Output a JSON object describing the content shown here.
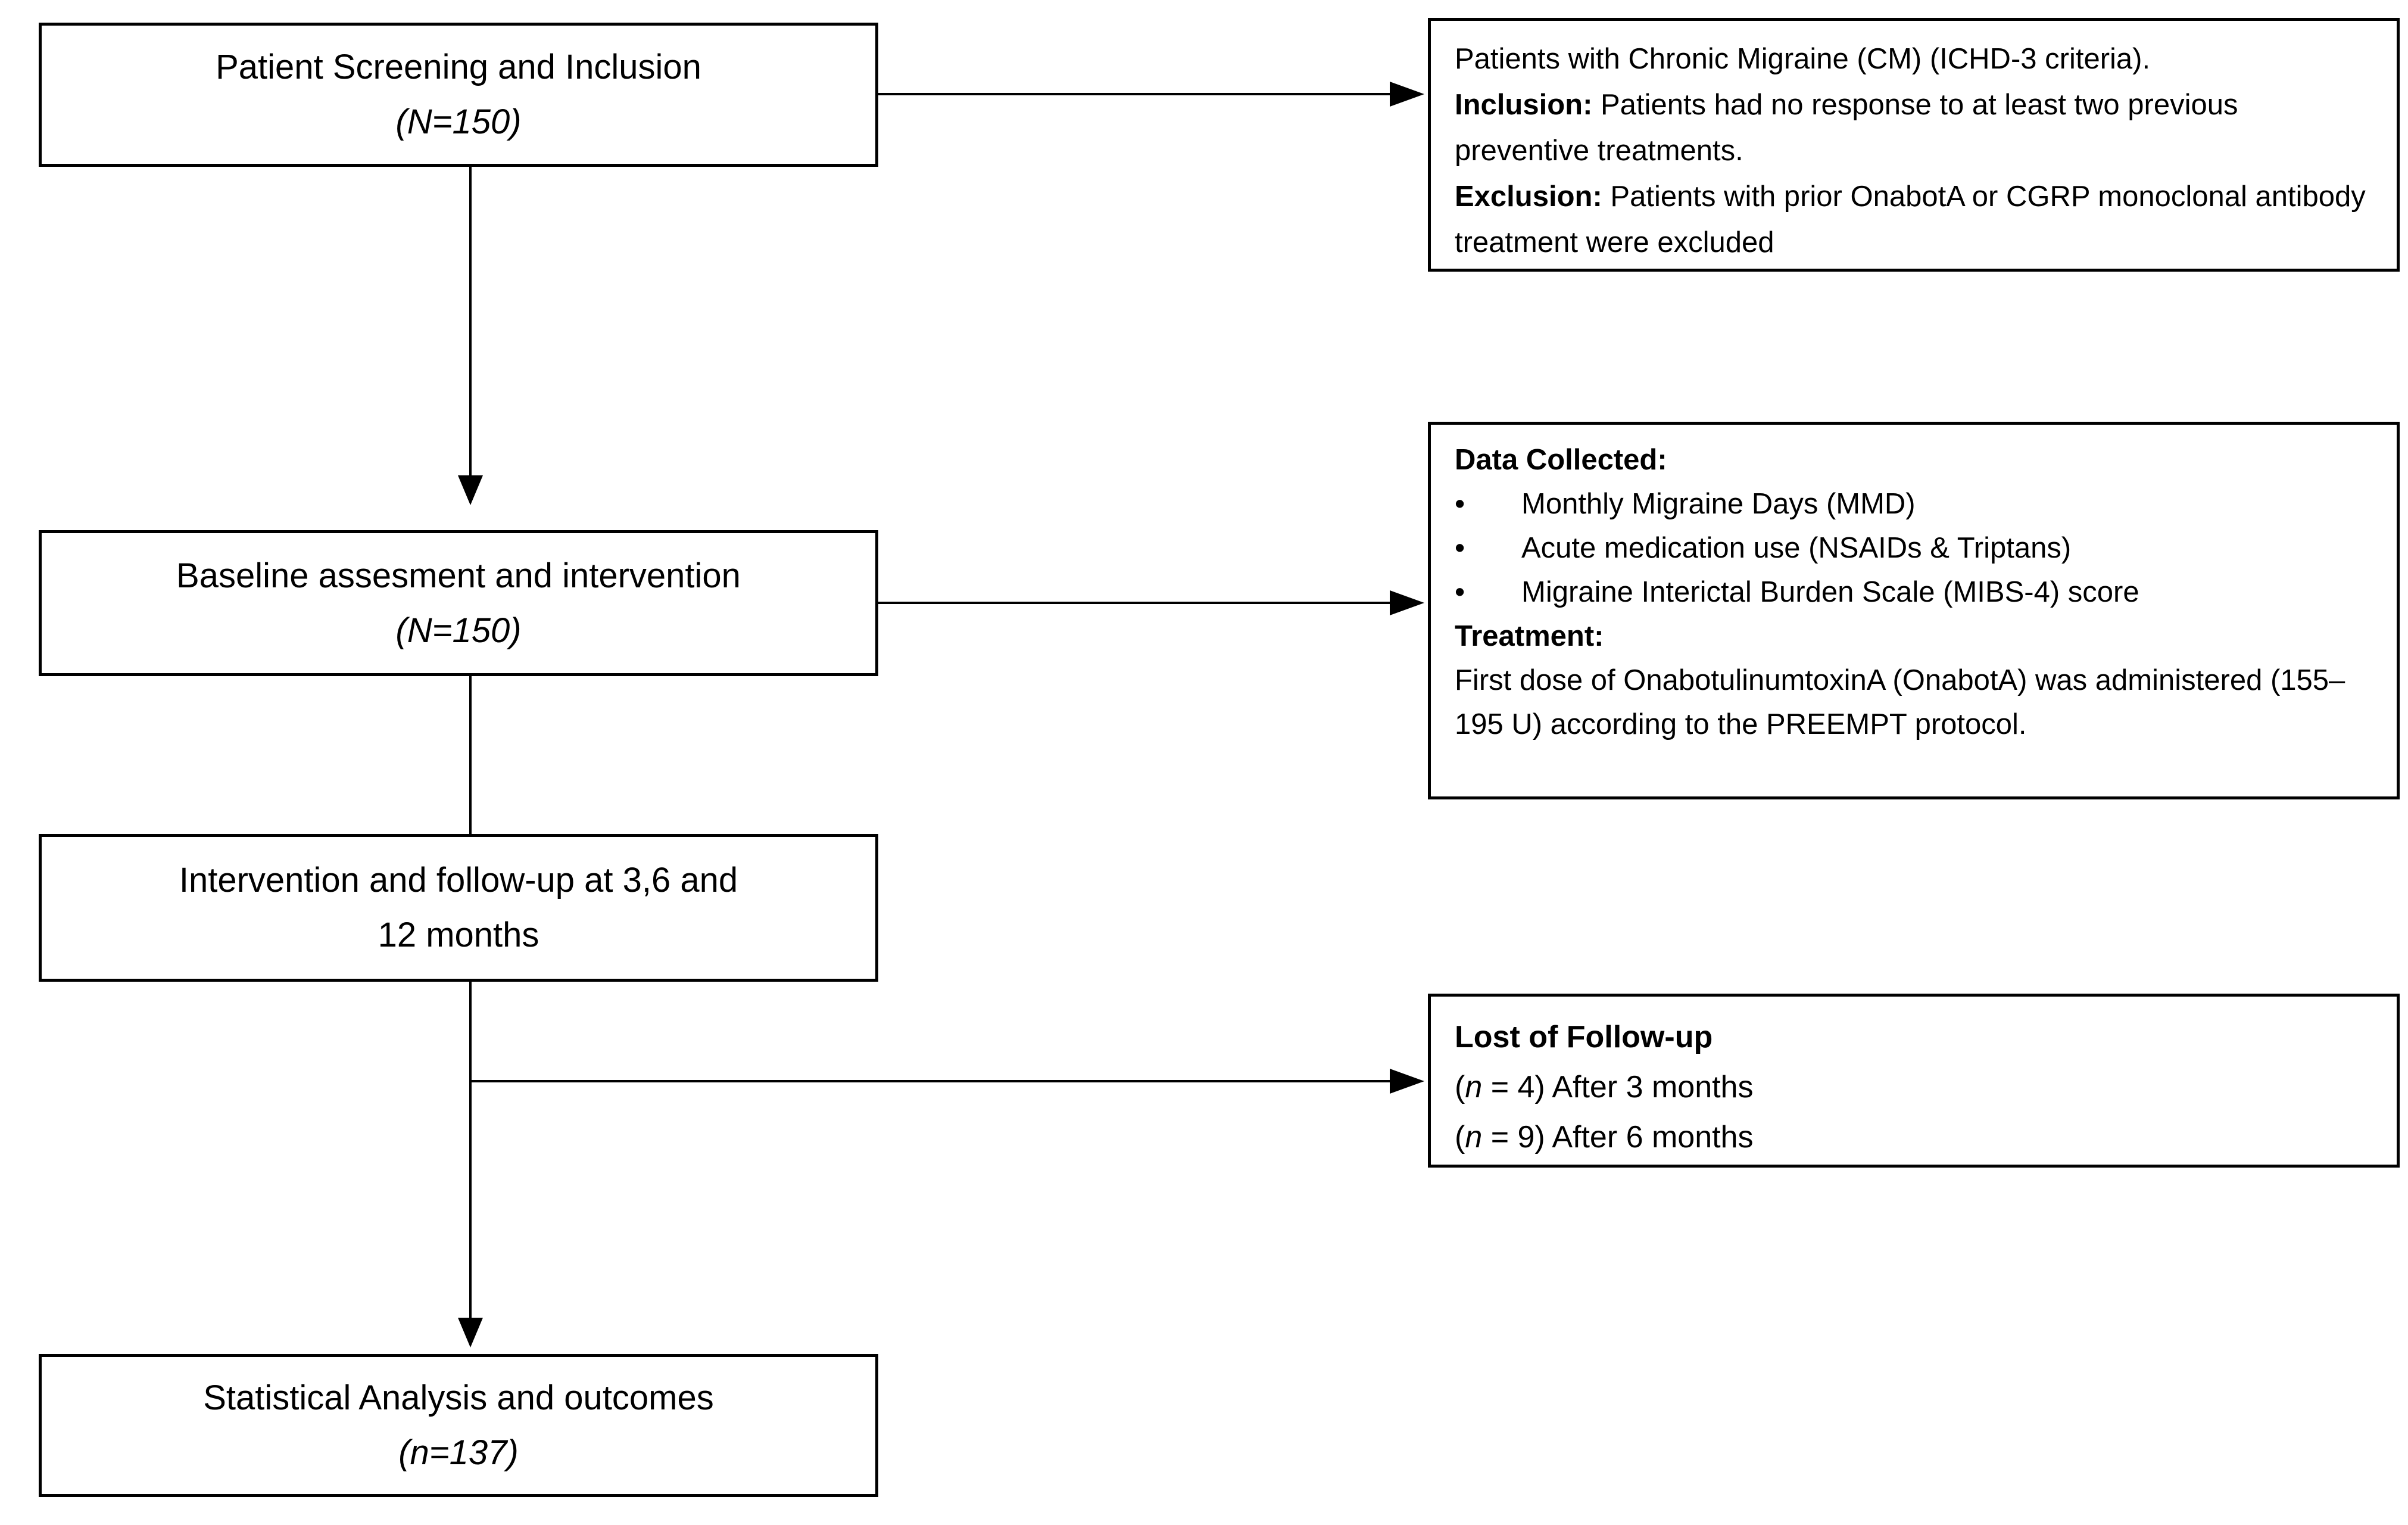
{
  "figure": {
    "background_color": "#ffffff",
    "line_color": "#000000",
    "bullet_glyph": "•"
  },
  "boxes": {
    "screening": {
      "line1": "Patient Screening and Inclusion",
      "line2": "(N=150)"
    },
    "baseline": {
      "line1": "Baseline assesment and intervention",
      "line2": "(N=150)"
    },
    "followup": {
      "line1": "Intervention and follow-up at 3,6 and",
      "line2": "12 months"
    },
    "analysis": {
      "line1": "Statistical Analysis and outcomes",
      "line2": "(n=137)"
    },
    "criteria": {
      "intro": "Patients with Chronic Migraine (CM) (ICHD-3 criteria).",
      "inclusion_label": "Inclusion:",
      "inclusion_text": " Patients had no response to at least two previous preventive treatments.",
      "exclusion_label": "Exclusion:",
      "exclusion_text": " Patients with prior OnabotA or CGRP monoclonal antibody treatment were excluded"
    },
    "data_collected": {
      "heading": "Data Collected:",
      "bullets": [
        "Monthly Migraine Days (MMD)",
        "Acute medication use (NSAIDs & Triptans)",
        "Migraine Interictal Burden Scale (MIBS-4) score"
      ],
      "treatment_heading": "Treatment:",
      "treatment_text": "First dose of OnabotulinumtoxinA (OnabotA) was administered (155–195 U) according to the PREEMPT protocol."
    },
    "lost_followup": {
      "heading": "Lost of Follow-up",
      "items": [
        {
          "open": "(",
          "var": "n",
          "rest": " = 4) After 3 months"
        },
        {
          "open": "(",
          "var": "n",
          "rest": " = 9) After 6 months"
        }
      ]
    }
  }
}
